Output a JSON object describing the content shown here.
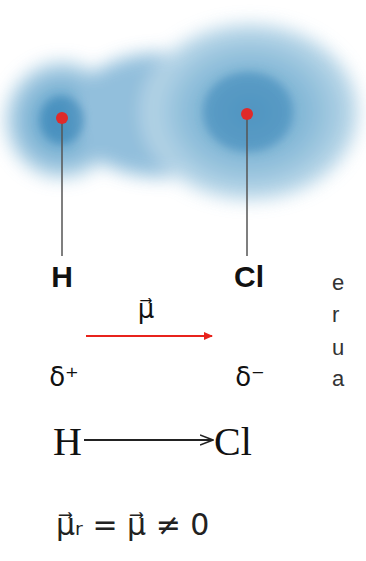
{
  "diagram": {
    "labels": [
      "H",
      "Cl",
      "μ⃗",
      "δ⁺",
      "δ⁻",
      "H",
      "Cl",
      "μ⃗ᵣ = μ⃗ ≠ 0",
      "e",
      "r",
      "u",
      "a"
    ]
  }
}
